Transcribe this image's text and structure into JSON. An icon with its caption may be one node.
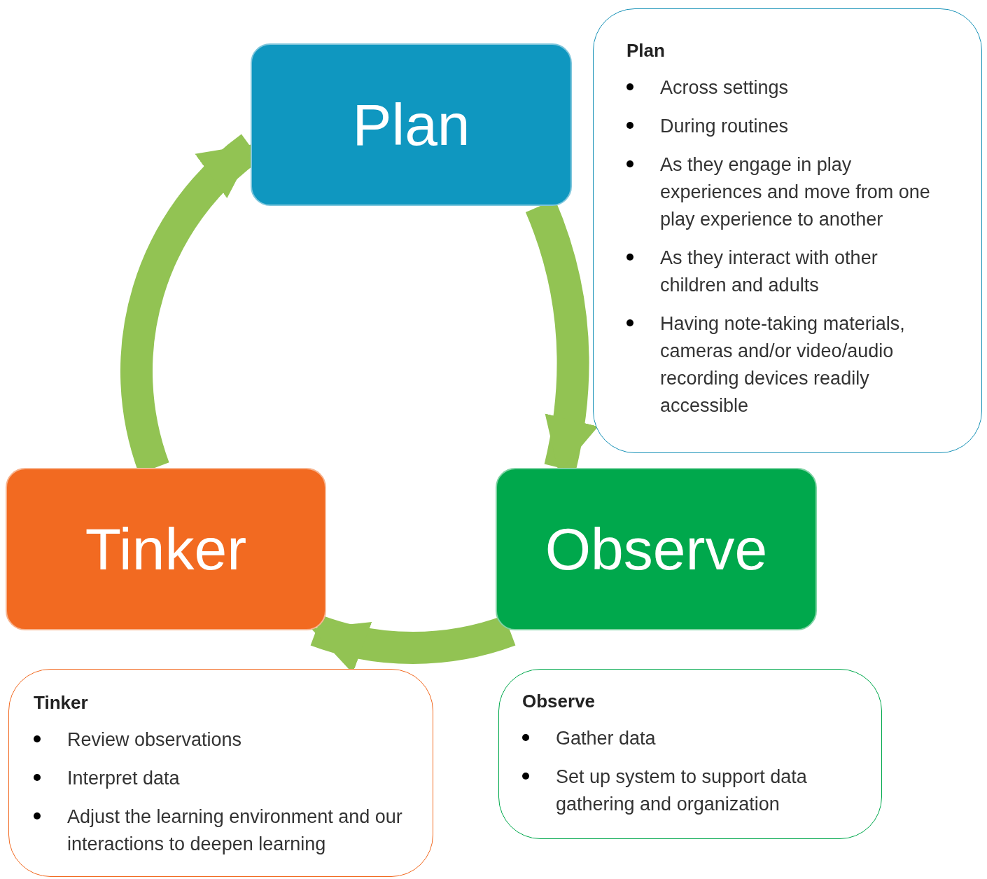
{
  "diagram": {
    "nodes": [
      {
        "text": [
          "Plan"
        ]
      },
      {
        "text": [
          "Observe"
        ]
      },
      {
        "text": [
          "Tinker"
        ]
      },
      {
        "text": [
          "Plan",
          "Across settings",
          "During routines",
          "As they engage in play experiences and move from one play experience to another",
          "As they interact with other children and adults",
          "Having note-taking materials, cameras and/or video/audio recording devices readily accessible"
        ]
      },
      {
        "text": [
          "Tinker",
          "Review observations",
          "Interpret data",
          "Adjust the learning environment and our interactions to deepen learning"
        ]
      },
      {
        "text": [
          "Observe",
          "Gather data",
          "Set up system to support data gathering and organization"
        ]
      }
    ],
    "edges": [
      {
        "from": 2,
        "to": 0,
        "arrow": "to"
      },
      {
        "from": 0,
        "to": 1,
        "arrow": "to"
      },
      {
        "from": 1,
        "to": 2,
        "arrow": "to"
      }
    ]
  }
}
